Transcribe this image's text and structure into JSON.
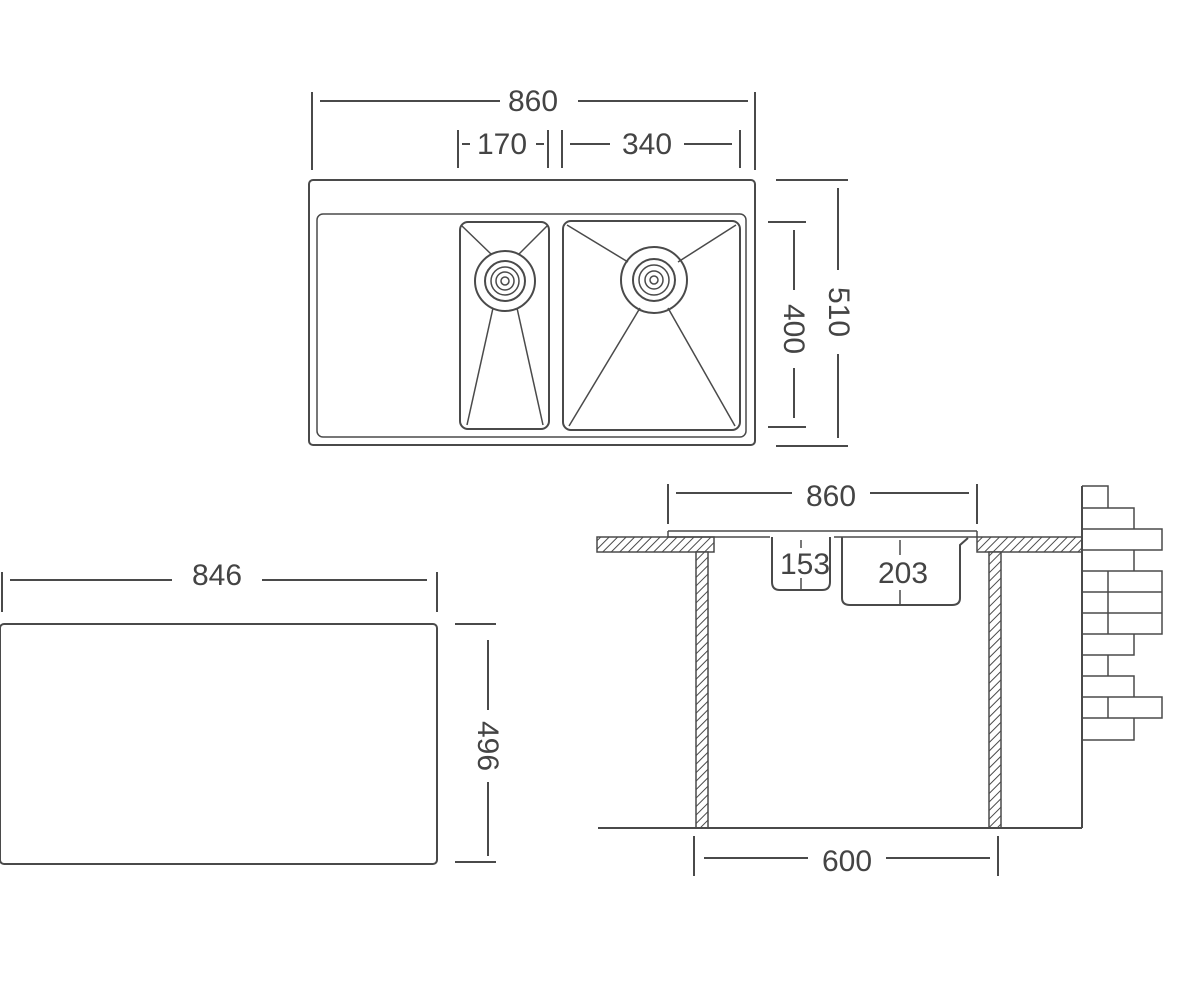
{
  "top_view": {
    "overall_width": "860",
    "small_bowl_width": "170",
    "large_bowl_width": "340",
    "overall_depth": "510",
    "bowl_depth": "400"
  },
  "cutout": {
    "width": "846",
    "depth": "496"
  },
  "section_view": {
    "overall_width": "860",
    "small_bowl_depth": "153",
    "large_bowl_depth": "203",
    "cabinet_width": "600"
  }
}
